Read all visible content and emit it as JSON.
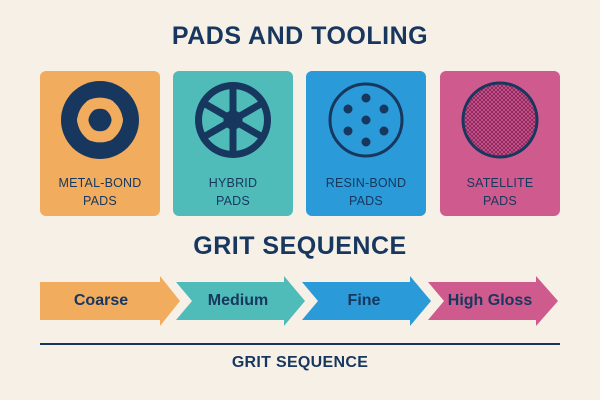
{
  "title": "PADS AND TOOLING",
  "pads": [
    {
      "name": "metal-bond",
      "line1": "METAL-BOND",
      "line2": "PADS",
      "color": "#f1ac5e",
      "icon": "metal-bond-pad-icon"
    },
    {
      "name": "hybrid",
      "line1": "HYBRID",
      "line2": "PADS",
      "color": "#4fbcb9",
      "icon": "hybrid-pad-icon"
    },
    {
      "name": "resin-bond",
      "line1": "RESIN-BOND",
      "line2": "PADS",
      "color": "#2a9ad8",
      "icon": "resin-bond-pad-icon"
    },
    {
      "name": "satellite",
      "line1": "SATELLITE",
      "line2": "PADS",
      "color": "#cf5a8d",
      "icon": "satellite-pad-icon"
    }
  ],
  "sequence_title": "GRIT SEQUENCE",
  "sequence": [
    {
      "label": "Coarse",
      "color": "#f1ac5e"
    },
    {
      "label": "Medium",
      "color": "#4fbcb9"
    },
    {
      "label": "Fine",
      "color": "#2a9ad8"
    },
    {
      "label": "High Gloss",
      "color": "#cf5a8d"
    }
  ],
  "footer": "GRIT SEQUENCE",
  "colors": {
    "ink": "#17375e",
    "background": "#f6f0e7"
  }
}
